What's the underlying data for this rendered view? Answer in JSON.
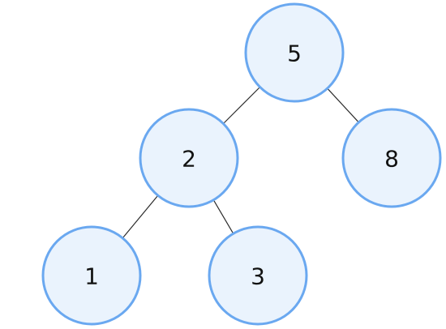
{
  "diagram": {
    "type": "binary-tree",
    "colors": {
      "node_fill": "#eaf3fd",
      "node_stroke": "#6aa8f0",
      "edge": "#2b2b2b",
      "text": "#111111"
    },
    "nodes": [
      {
        "id": "n5",
        "label": "5"
      },
      {
        "id": "n2",
        "label": "2"
      },
      {
        "id": "n8",
        "label": "8"
      },
      {
        "id": "n1",
        "label": "1"
      },
      {
        "id": "n3",
        "label": "3"
      }
    ],
    "edges": [
      {
        "from": "n5",
        "to": "n2"
      },
      {
        "from": "n5",
        "to": "n8"
      },
      {
        "from": "n2",
        "to": "n1"
      },
      {
        "from": "n2",
        "to": "n3"
      }
    ]
  }
}
